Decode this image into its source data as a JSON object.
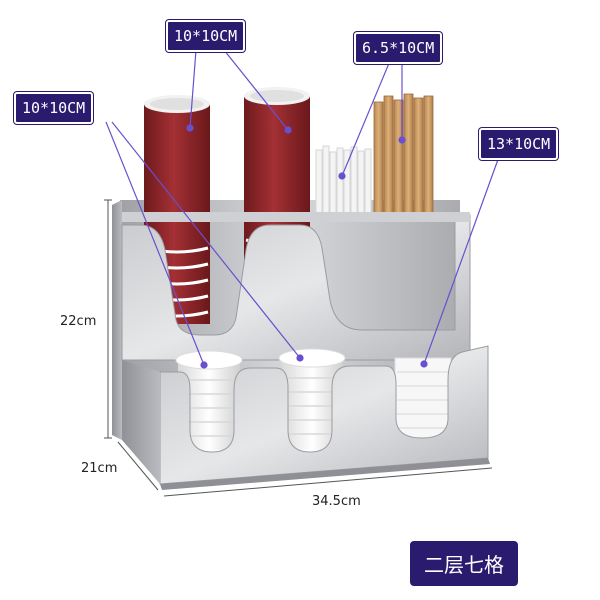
{
  "labels": {
    "cup_slot_top_1": "10*10CM",
    "cup_slot_top_2": "10*10CM",
    "stick_slot": "6.5*10CM",
    "lid_slot": "13*10CM"
  },
  "dimensions": {
    "height": "22cm",
    "depth": "21cm",
    "width": "34.5cm"
  },
  "badge": "二层七格",
  "colors": {
    "label_bg": "#2a1b6e",
    "pointer": "#6a4fd0",
    "steel": "#bdbec2",
    "cup_red": "#8a2427"
  }
}
